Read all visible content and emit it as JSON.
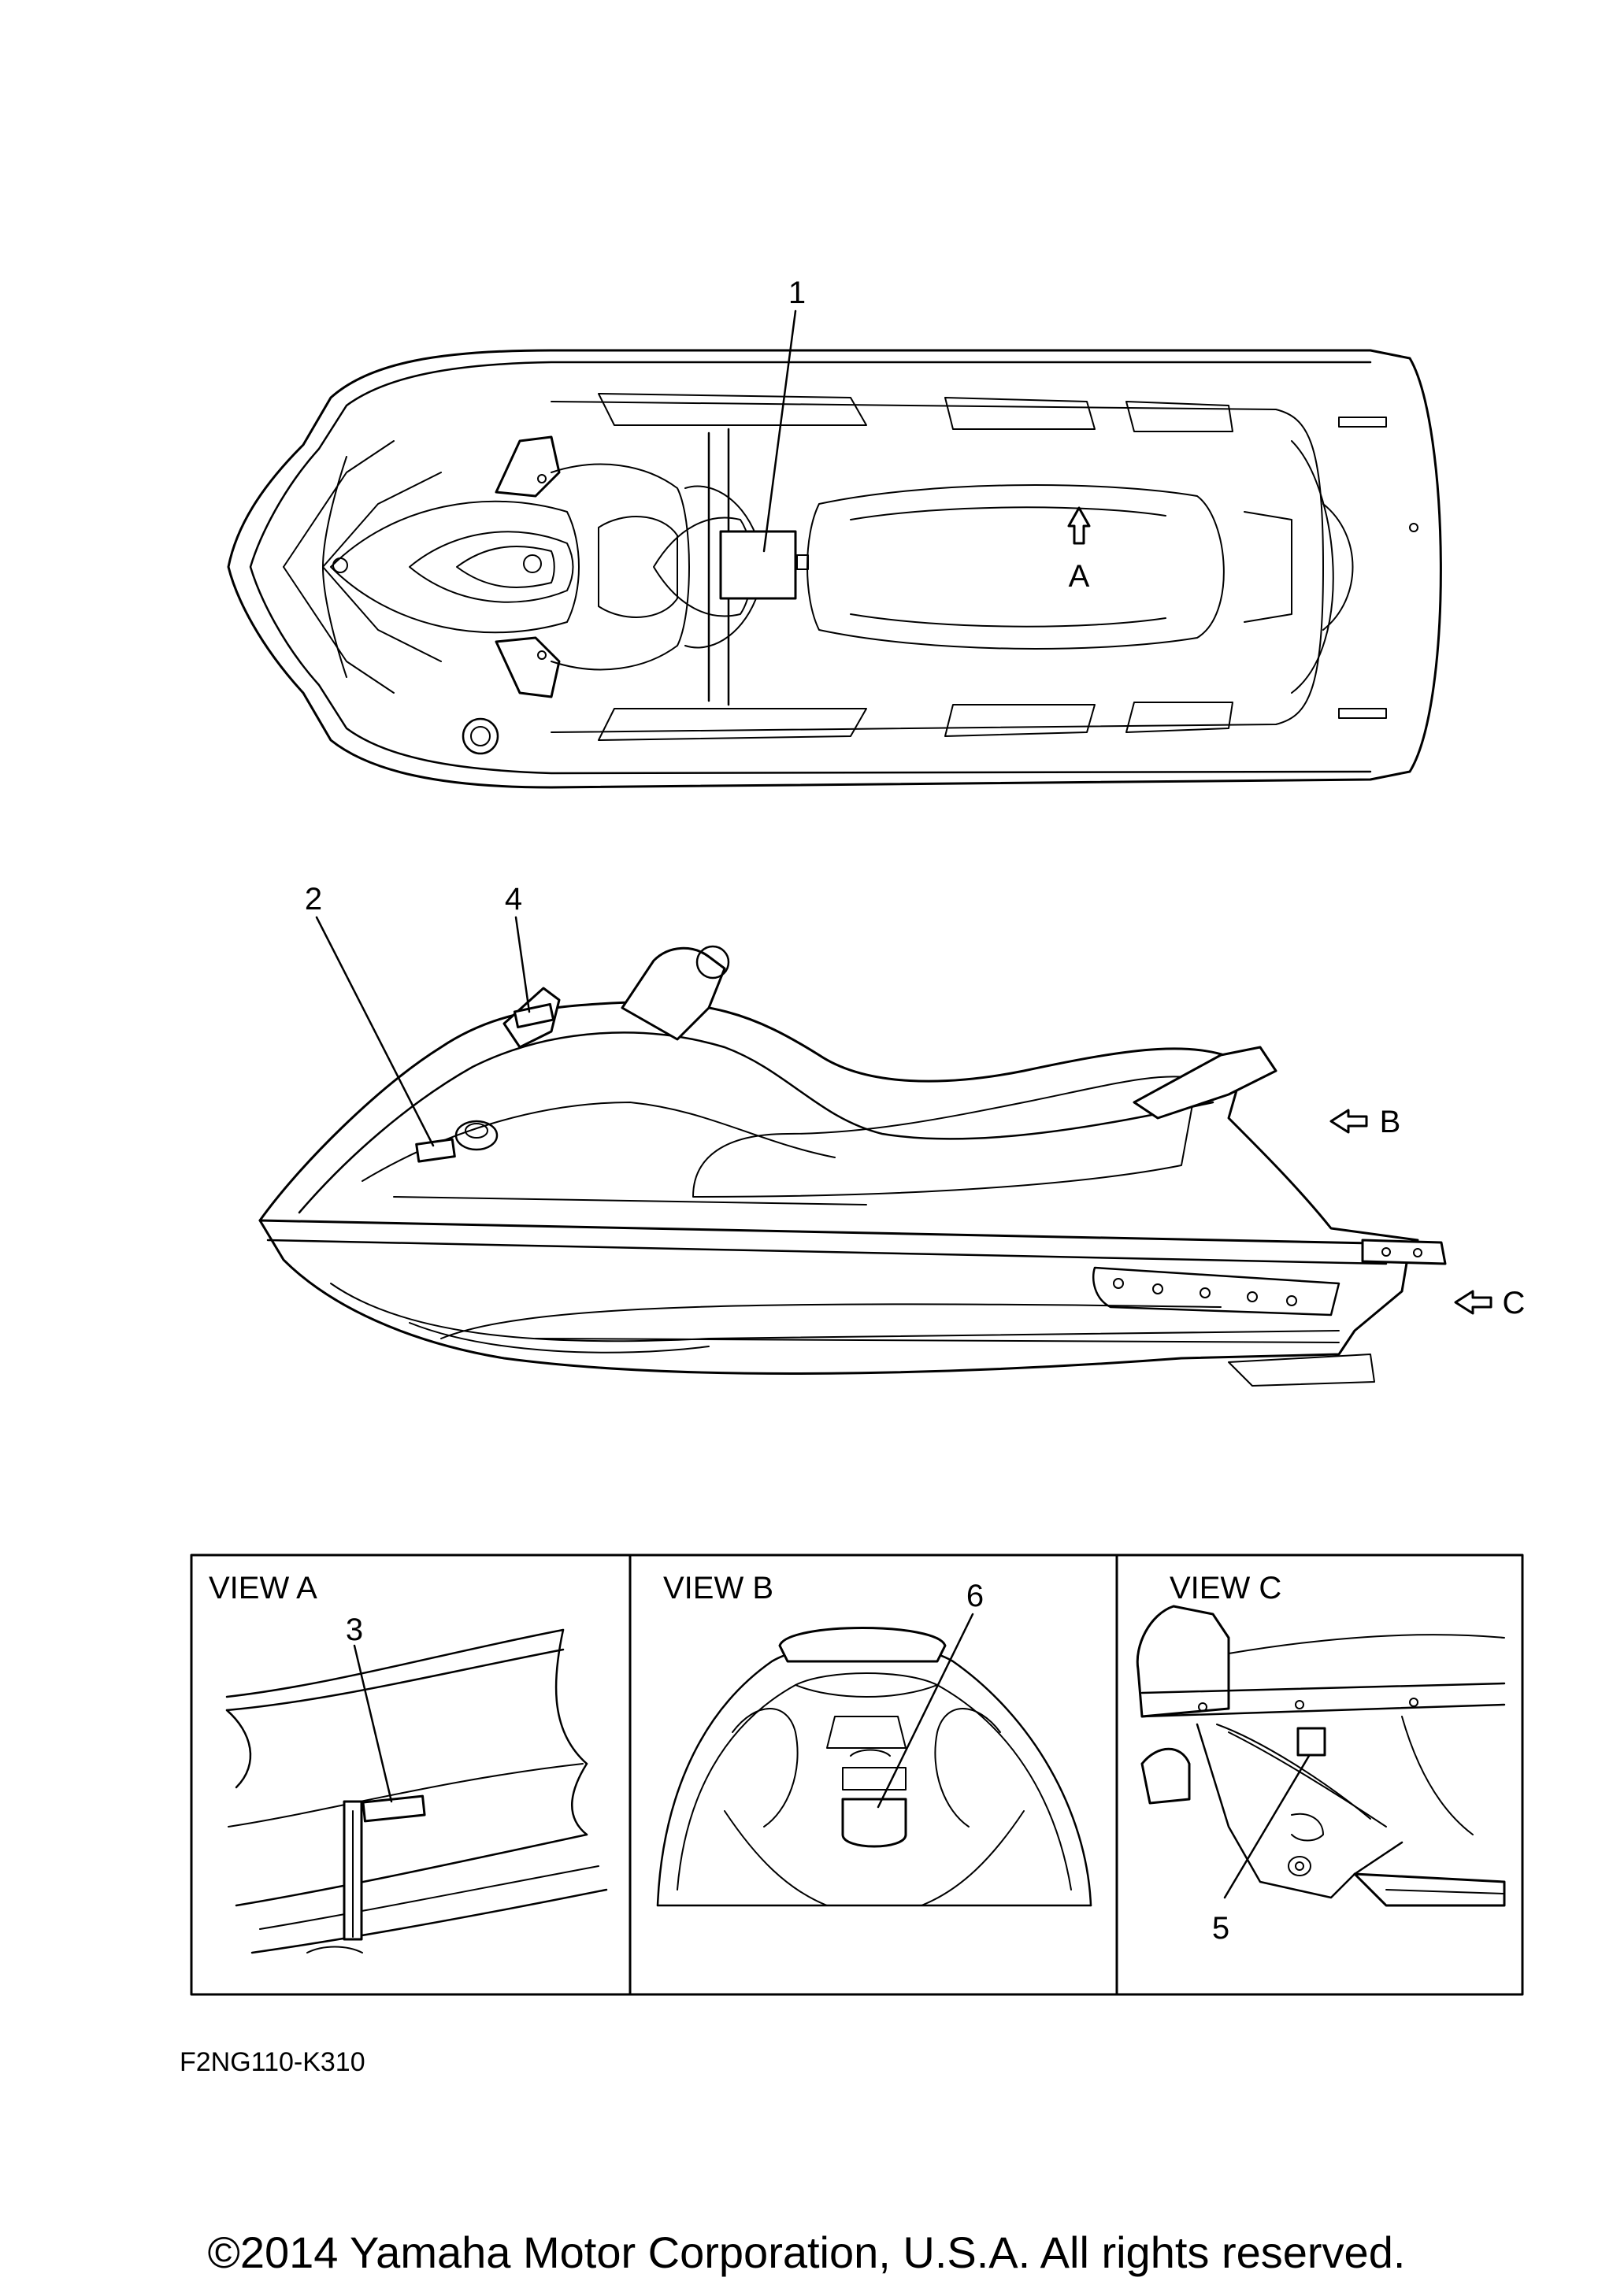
{
  "callouts": {
    "c1": "1",
    "c2": "2",
    "c3": "3",
    "c4": "4",
    "c5": "5",
    "c6": "6"
  },
  "view_arrows": {
    "a": "A",
    "b": "B",
    "c": "C"
  },
  "panels": {
    "view_a": "VIEW A",
    "view_b": "VIEW B",
    "view_c": "VIEW C"
  },
  "diagram_code": "F2NG110-K310",
  "copyright": "©2014 Yamaha Motor Corporation, U.S.A. All rights reserved."
}
